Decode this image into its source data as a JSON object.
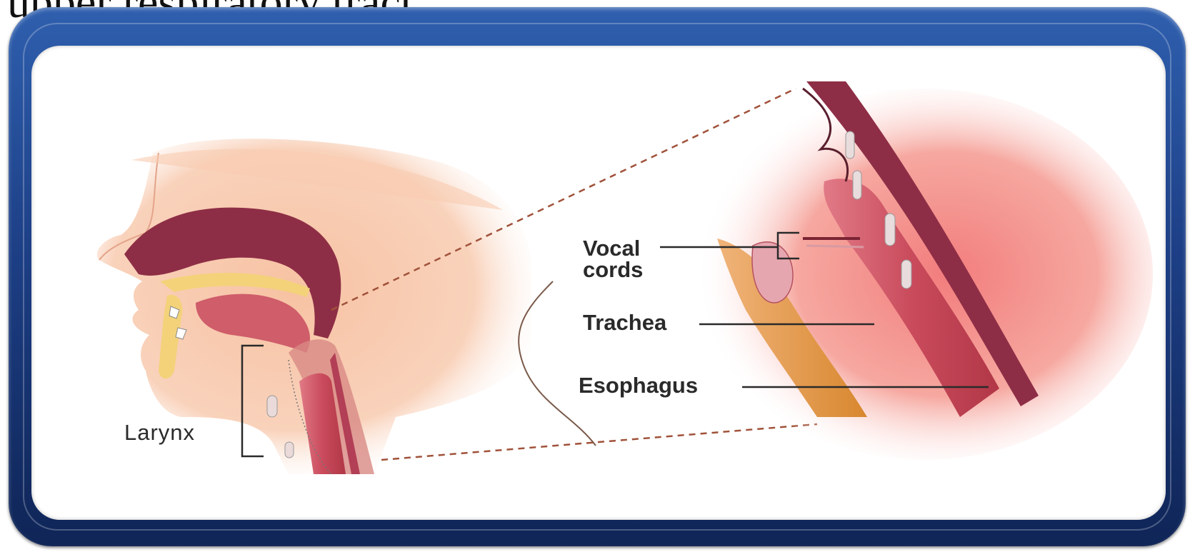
{
  "header": {
    "cut_title": "upper respiratory tract"
  },
  "diagram": {
    "labels": {
      "vocal_line1": "Vocal",
      "vocal_line2": "cords",
      "trachea": "Trachea",
      "esophagus": "Esophagus",
      "larynx": "Larynx"
    },
    "colors": {
      "frame": "#1d3f86",
      "skin": "#f6c4a6",
      "tissue": "#d7666a",
      "cavity": "#8e2e46",
      "cartilage": "#e8d8d8",
      "esophagus": "#e39a4a"
    }
  }
}
